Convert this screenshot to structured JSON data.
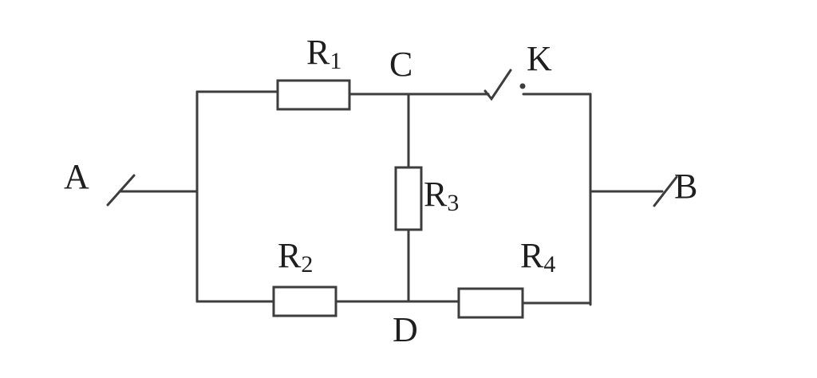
{
  "circuit": {
    "terminals": {
      "a": "A",
      "b": "B"
    },
    "nodes": {
      "c": "C",
      "d": "D"
    },
    "switch": {
      "label": "K"
    },
    "resistors": {
      "r1": {
        "letter": "R",
        "index": "1"
      },
      "r2": {
        "letter": "R",
        "index": "2"
      },
      "r3": {
        "letter": "R",
        "index": "3"
      },
      "r4": {
        "letter": "R",
        "index": "4"
      }
    }
  }
}
